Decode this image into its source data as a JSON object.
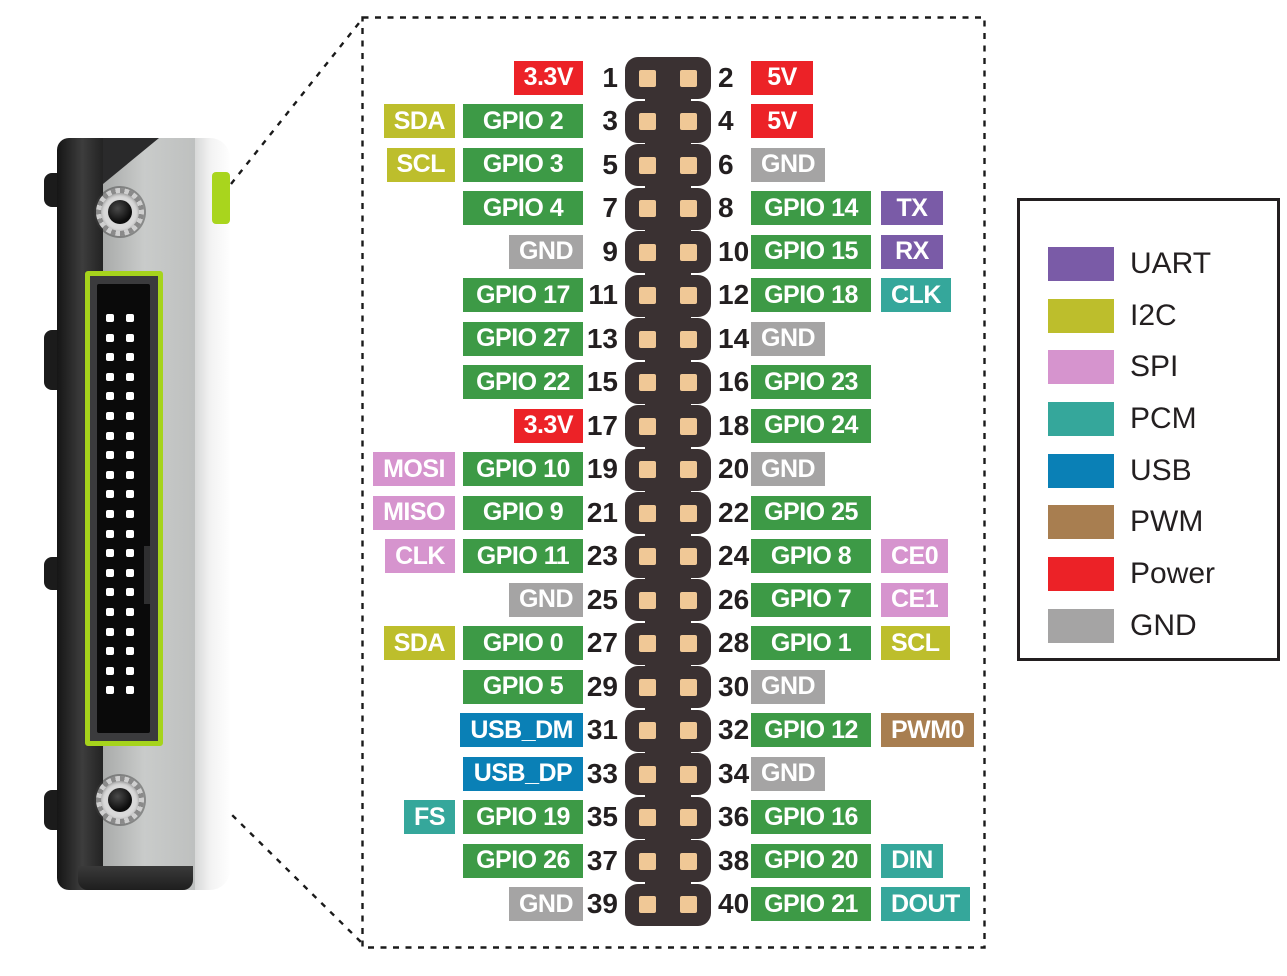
{
  "device": {
    "connector_outline_color": "#A6D41C",
    "indicator_tab_color": "#A9D51D"
  },
  "pinout": {
    "category_colors": {
      "gpio": "#3D9A46",
      "power": "#EC2227",
      "gnd": "#A5A4A4",
      "i2c": "#BDBE2C",
      "uart": "#7A5BA7",
      "spi": "#D694CE",
      "pcm": "#35A79B",
      "usb": "#0A80B6",
      "pwm": "#A87E50"
    },
    "rows": [
      {
        "left": {
          "alt": null,
          "label": "3.3V",
          "type": "power",
          "pin": "1"
        },
        "right": {
          "pin": "2",
          "label": "5V",
          "type": "power",
          "alt": null
        }
      },
      {
        "left": {
          "alt": {
            "label": "SDA",
            "type": "i2c"
          },
          "label": "GPIO 2",
          "type": "gpio",
          "pin": "3"
        },
        "right": {
          "pin": "4",
          "label": "5V",
          "type": "power",
          "alt": null
        }
      },
      {
        "left": {
          "alt": {
            "label": "SCL",
            "type": "i2c"
          },
          "label": "GPIO 3",
          "type": "gpio",
          "pin": "5"
        },
        "right": {
          "pin": "6",
          "label": "GND",
          "type": "gnd",
          "alt": null
        }
      },
      {
        "left": {
          "alt": null,
          "label": "GPIO 4",
          "type": "gpio",
          "pin": "7"
        },
        "right": {
          "pin": "8",
          "label": "GPIO 14",
          "type": "gpio",
          "alt": {
            "label": "TX",
            "type": "uart"
          }
        }
      },
      {
        "left": {
          "alt": null,
          "label": "GND",
          "type": "gnd",
          "pin": "9"
        },
        "right": {
          "pin": "10",
          "label": "GPIO 15",
          "type": "gpio",
          "alt": {
            "label": "RX",
            "type": "uart"
          }
        }
      },
      {
        "left": {
          "alt": null,
          "label": "GPIO 17",
          "type": "gpio",
          "pin": "11"
        },
        "right": {
          "pin": "12",
          "label": "GPIO 18",
          "type": "gpio",
          "alt": {
            "label": "CLK",
            "type": "pcm"
          }
        }
      },
      {
        "left": {
          "alt": null,
          "label": "GPIO 27",
          "type": "gpio",
          "pin": "13"
        },
        "right": {
          "pin": "14",
          "label": "GND",
          "type": "gnd",
          "alt": null
        }
      },
      {
        "left": {
          "alt": null,
          "label": "GPIO 22",
          "type": "gpio",
          "pin": "15"
        },
        "right": {
          "pin": "16",
          "label": "GPIO 23",
          "type": "gpio",
          "alt": null
        }
      },
      {
        "left": {
          "alt": null,
          "label": "3.3V",
          "type": "power",
          "pin": "17"
        },
        "right": {
          "pin": "18",
          "label": "GPIO 24",
          "type": "gpio",
          "alt": null
        }
      },
      {
        "left": {
          "alt": {
            "label": "MOSI",
            "type": "spi"
          },
          "label": "GPIO 10",
          "type": "gpio",
          "pin": "19"
        },
        "right": {
          "pin": "20",
          "label": "GND",
          "type": "gnd",
          "alt": null
        }
      },
      {
        "left": {
          "alt": {
            "label": "MISO",
            "type": "spi"
          },
          "label": "GPIO 9",
          "type": "gpio",
          "pin": "21"
        },
        "right": {
          "pin": "22",
          "label": "GPIO 25",
          "type": "gpio",
          "alt": null
        }
      },
      {
        "left": {
          "alt": {
            "label": "CLK",
            "type": "spi"
          },
          "label": "GPIO 11",
          "type": "gpio",
          "pin": "23"
        },
        "right": {
          "pin": "24",
          "label": "GPIO 8",
          "type": "gpio",
          "alt": {
            "label": "CE0",
            "type": "spi"
          }
        }
      },
      {
        "left": {
          "alt": null,
          "label": "GND",
          "type": "gnd",
          "pin": "25"
        },
        "right": {
          "pin": "26",
          "label": "GPIO 7",
          "type": "gpio",
          "alt": {
            "label": "CE1",
            "type": "spi"
          }
        }
      },
      {
        "left": {
          "alt": {
            "label": "SDA",
            "type": "i2c"
          },
          "label": "GPIO 0",
          "type": "gpio",
          "pin": "27"
        },
        "right": {
          "pin": "28",
          "label": "GPIO 1",
          "type": "gpio",
          "alt": {
            "label": "SCL",
            "type": "i2c"
          }
        }
      },
      {
        "left": {
          "alt": null,
          "label": "GPIO 5",
          "type": "gpio",
          "pin": "29"
        },
        "right": {
          "pin": "30",
          "label": "GND",
          "type": "gnd",
          "alt": null
        }
      },
      {
        "left": {
          "alt": null,
          "label": "USB_DM",
          "type": "usb",
          "pin": "31"
        },
        "right": {
          "pin": "32",
          "label": "GPIO 12",
          "type": "gpio",
          "alt": {
            "label": "PWM0",
            "type": "pwm"
          }
        }
      },
      {
        "left": {
          "alt": null,
          "label": "USB_DP",
          "type": "usb",
          "pin": "33"
        },
        "right": {
          "pin": "34",
          "label": "GND",
          "type": "gnd",
          "alt": null
        }
      },
      {
        "left": {
          "alt": {
            "label": "FS",
            "type": "pcm"
          },
          "label": "GPIO 19",
          "type": "gpio",
          "pin": "35"
        },
        "right": {
          "pin": "36",
          "label": "GPIO 16",
          "type": "gpio",
          "alt": null
        }
      },
      {
        "left": {
          "alt": null,
          "label": "GPIO 26",
          "type": "gpio",
          "pin": "37"
        },
        "right": {
          "pin": "38",
          "label": "GPIO 20",
          "type": "gpio",
          "alt": {
            "label": "DIN",
            "type": "pcm"
          }
        }
      },
      {
        "left": {
          "alt": null,
          "label": "GND",
          "type": "gnd",
          "pin": "39"
        },
        "right": {
          "pin": "40",
          "label": "GPIO 21",
          "type": "gpio",
          "alt": {
            "label": "DOUT",
            "type": "pcm"
          }
        }
      }
    ]
  },
  "legend": {
    "items": [
      {
        "label": "UART",
        "color": "#7A5BA7"
      },
      {
        "label": "I2C",
        "color": "#BDBE2C"
      },
      {
        "label": "SPI",
        "color": "#D694CE"
      },
      {
        "label": "PCM",
        "color": "#35A79B"
      },
      {
        "label": "USB",
        "color": "#0A80B6"
      },
      {
        "label": "PWM",
        "color": "#A87E50"
      },
      {
        "label": "Power",
        "color": "#EC2227"
      },
      {
        "label": "GND",
        "color": "#A5A4A4"
      }
    ]
  }
}
